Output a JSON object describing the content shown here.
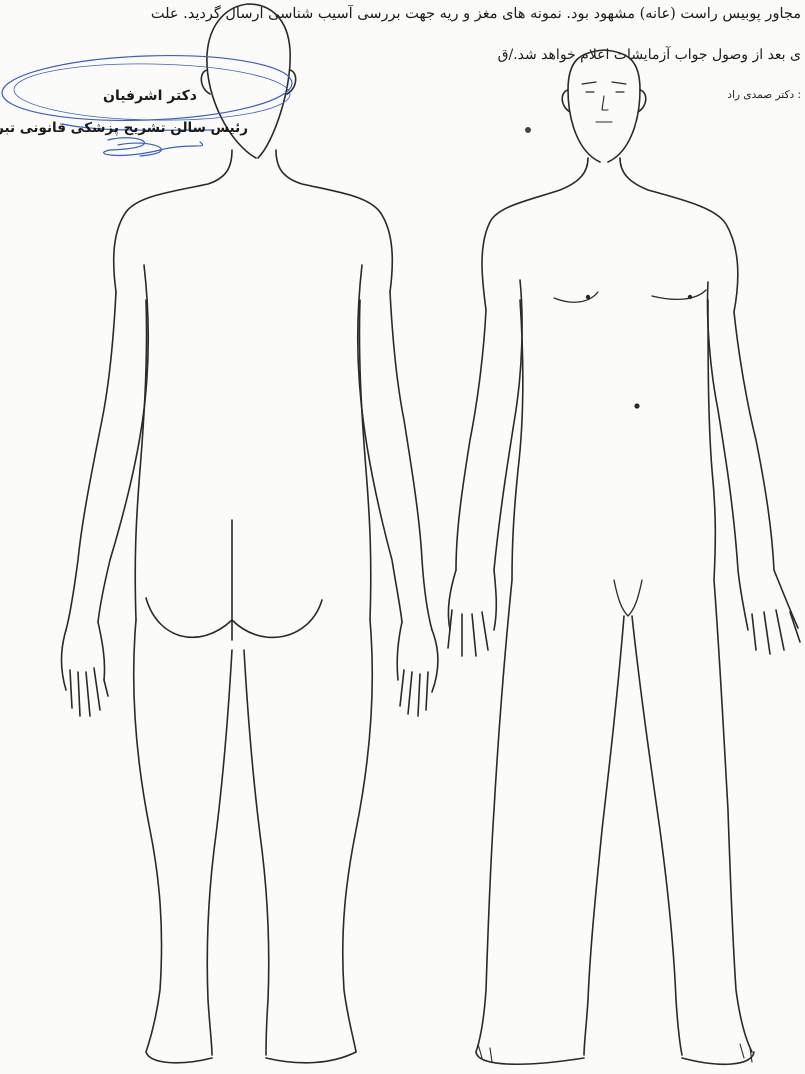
{
  "report": {
    "line1": "مجاور پوبیس راست (عانه) مشهود بود. نمونه های مغز و ریه جهت بررسی آسیب شناسی ارسال گردید. علت",
    "line2": "ی بعد از وصول جواب آزمایشات اعلام خواهد شد./ق",
    "line3": ": دکتر صمدی راد"
  },
  "stamp": {
    "name": "دکتر اشرفیان",
    "title": "رئیس سالن تشریح پزشکی قانونی تبریز",
    "ink_color": "#3a5fc4"
  },
  "body_chart": {
    "views": [
      "posterior",
      "anterior"
    ],
    "line_color": "#2a2a2a"
  }
}
